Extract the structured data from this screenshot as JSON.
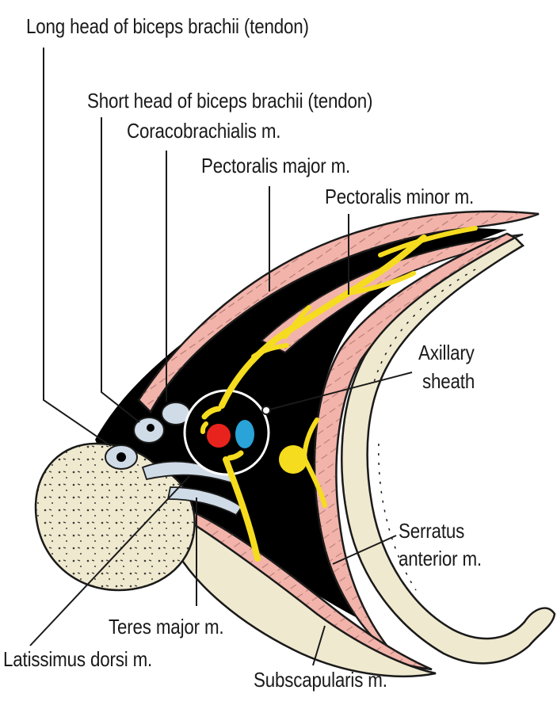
{
  "labels": {
    "long_head_biceps": "Long head of biceps brachii (tendon)",
    "short_head_biceps": "Short head of biceps brachii (tendon)",
    "coracobrachialis": "Coracobrachialis m.",
    "pectoralis_major": "Pectoralis major m.",
    "pectoralis_minor": "Pectoralis minor m.",
    "axillary_sheath_line1": "Axillary",
    "axillary_sheath_line2": "sheath",
    "serratus_anterior_line1": "Serratus",
    "serratus_anterior_line2": "anterior m.",
    "teres_major": "Teres major m.",
    "latissimus_dorsi": "Latissimus dorsi m.",
    "subscapularis": "Subscapularis m."
  },
  "colors": {
    "muscle": "#f2b3aa",
    "bone": "#efe9cf",
    "fat": "#000000",
    "nerve": "#f5dc1e",
    "artery": "#e8231e",
    "vein": "#2aa3d8",
    "tendon": "#cfdbe6",
    "outline": "#1a1a1a"
  }
}
